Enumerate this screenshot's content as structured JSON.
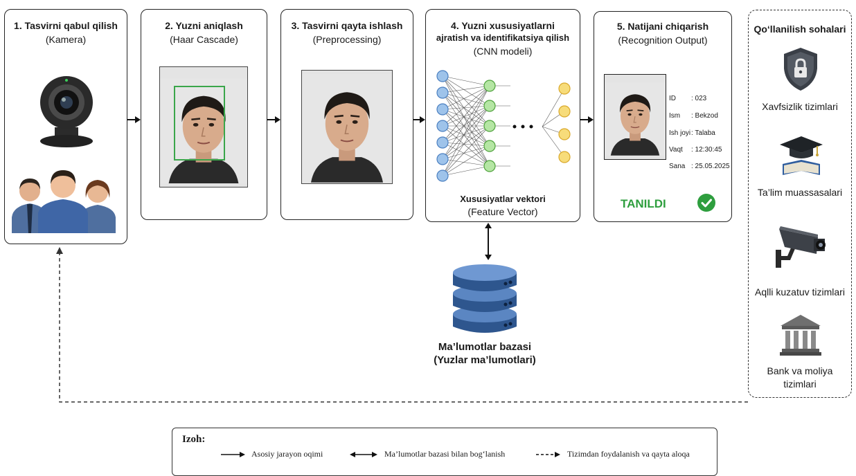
{
  "steps": [
    {
      "title": "1. Tasvirni qabul qilish",
      "subtitle": "(Kamera)"
    },
    {
      "title": "2. Yuzni aniqlash",
      "subtitle": "(Haar Cascade)"
    },
    {
      "title": "3. Tasvirni qayta ishlash",
      "subtitle": "(Preprocessing)"
    },
    {
      "title_line1": "4. Yuzni xususiyatlarni",
      "title_line2": "ajratish va identifikatsiya qilish",
      "subtitle": "(CNN modeli)",
      "vector_label": "Xususiyatlar vektori",
      "vector_sub": "(Feature Vector)"
    },
    {
      "title": "5. Natijani chiqarish",
      "subtitle": "(Recognition Output)",
      "info": [
        {
          "key": "ID",
          "value": ": 023"
        },
        {
          "key": "Ism",
          "value": ": Bekzod"
        },
        {
          "key": "Ish joyi",
          "value": ": Talaba"
        },
        {
          "key": "Vaqt",
          "value": ": 12:30:45"
        },
        {
          "key": "Sana",
          "value": ": 25.05.2025"
        }
      ],
      "status": "TANILDI"
    }
  ],
  "database": {
    "line1": "Ma’lumotlar bazasi",
    "line2": "(Yuzlar ma’lumotlari)"
  },
  "applications": {
    "title": "Qo‘llanilish sohalari",
    "items": [
      {
        "label": "Xavfsizlik tizimlari",
        "icon": "shield-lock-icon"
      },
      {
        "label": "Ta’lim muassasalari",
        "icon": "graduation-cap-icon"
      },
      {
        "label": "Aqlli kuzatuv tizimlari",
        "icon": "cctv-camera-icon"
      },
      {
        "label_line1": "Bank va moliya",
        "label_line2": "tizimlari",
        "icon": "bank-building-icon"
      }
    ]
  },
  "legend": {
    "title": "Izoh:",
    "items": [
      "Asosiy jarayon oqimi",
      "Ma’lumotlar bazasi bilan bog‘lanish",
      "Tizimdan foydalanish va qayta aloqa"
    ]
  },
  "colors": {
    "accent_green": "#2e9e3e",
    "node_blue": "#9ec3ea",
    "node_green": "#b5e6a4",
    "node_yellow": "#f7dc7a",
    "db_blue": "#3d6aa8"
  }
}
